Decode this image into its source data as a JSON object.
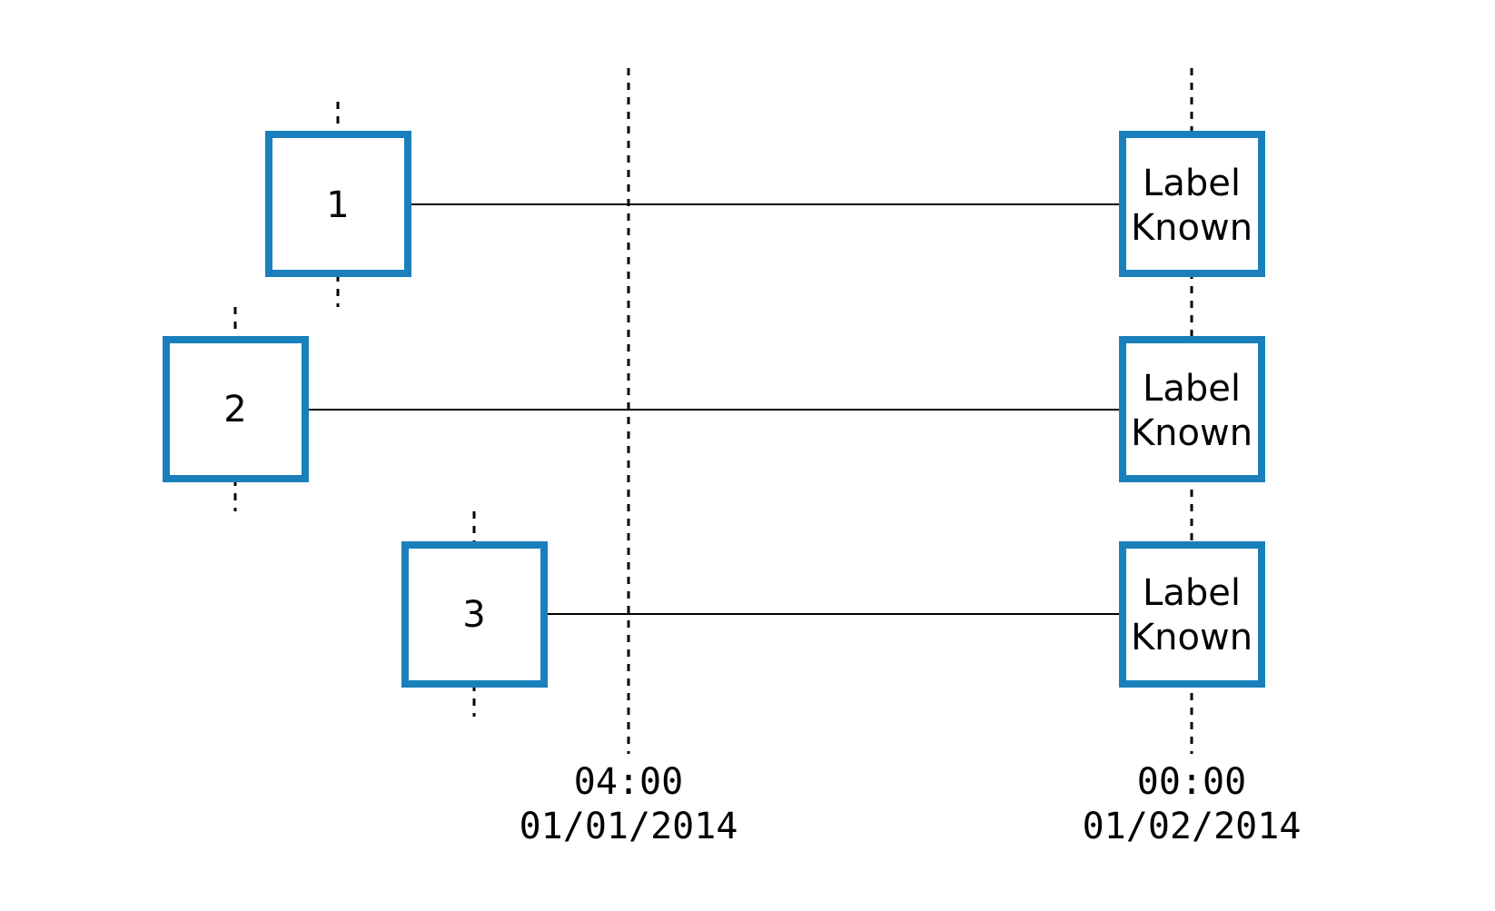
{
  "colors": {
    "box_border": "#1a80bb",
    "line": "#000000",
    "background": "#ffffff"
  },
  "markers": [
    {
      "time": "04:00",
      "date": "01/01/2014"
    },
    {
      "time": "00:00",
      "date": "01/02/2014"
    }
  ],
  "rows": [
    {
      "id_label": "1",
      "target_lines": [
        "Label",
        "Known"
      ]
    },
    {
      "id_label": "2",
      "target_lines": [
        "Label",
        "Known"
      ]
    },
    {
      "id_label": "3",
      "target_lines": [
        "Label",
        "Known"
      ]
    }
  ]
}
